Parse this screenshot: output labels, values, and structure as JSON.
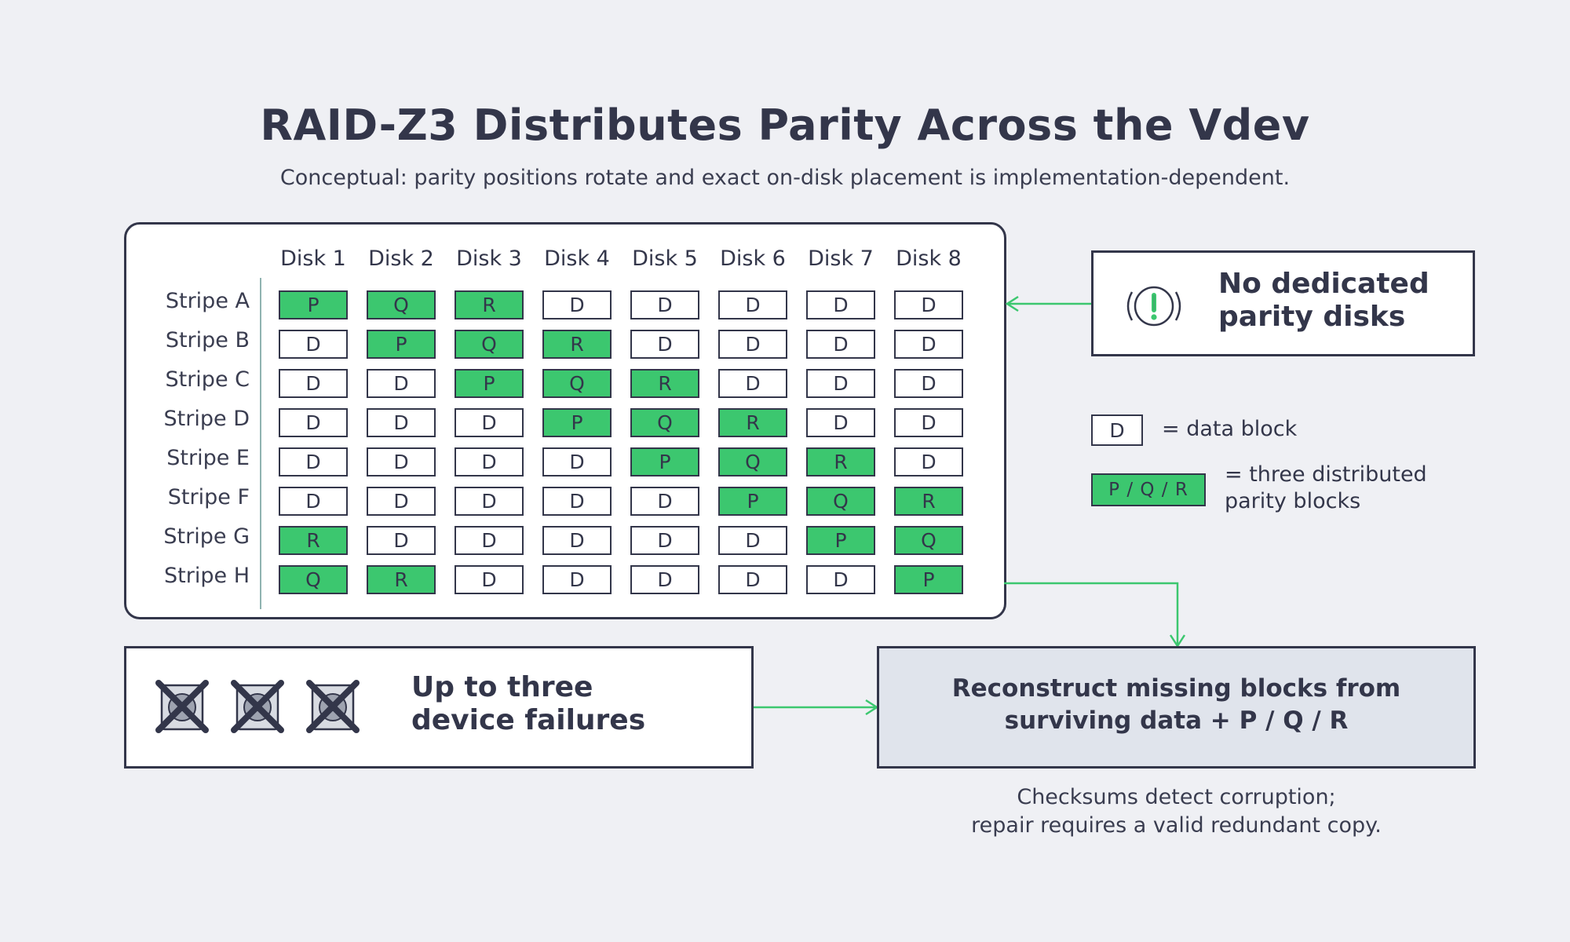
{
  "title": "RAID-Z3 Distributes Parity Across the Vdev",
  "subtitle": "Conceptual: parity positions rotate and exact on-disk placement is implementation-dependent.",
  "grid": {
    "disks": [
      "Disk 1",
      "Disk 2",
      "Disk 3",
      "Disk 4",
      "Disk 5",
      "Disk 6",
      "Disk 7",
      "Disk 8"
    ],
    "stripes": [
      {
        "label": "Stripe A",
        "cells": [
          "P",
          "Q",
          "R",
          "D",
          "D",
          "D",
          "D",
          "D"
        ]
      },
      {
        "label": "Stripe B",
        "cells": [
          "D",
          "P",
          "Q",
          "R",
          "D",
          "D",
          "D",
          "D"
        ]
      },
      {
        "label": "Stripe C",
        "cells": [
          "D",
          "D",
          "P",
          "Q",
          "R",
          "D",
          "D",
          "D"
        ]
      },
      {
        "label": "Stripe D",
        "cells": [
          "D",
          "D",
          "D",
          "P",
          "Q",
          "R",
          "D",
          "D"
        ]
      },
      {
        "label": "Stripe E",
        "cells": [
          "D",
          "D",
          "D",
          "D",
          "P",
          "Q",
          "R",
          "D"
        ]
      },
      {
        "label": "Stripe F",
        "cells": [
          "D",
          "D",
          "D",
          "D",
          "D",
          "P",
          "Q",
          "R"
        ]
      },
      {
        "label": "Stripe G",
        "cells": [
          "R",
          "D",
          "D",
          "D",
          "D",
          "D",
          "P",
          "Q"
        ]
      },
      {
        "label": "Stripe H",
        "cells": [
          "Q",
          "R",
          "D",
          "D",
          "D",
          "D",
          "D",
          "P"
        ]
      }
    ]
  },
  "callouts": {
    "no_parity": {
      "line1": "No dedicated",
      "line2": "parity disks",
      "icon": "warning-icon"
    },
    "failures": {
      "line1": "Up to three",
      "line2": "device failures",
      "failed_disk_count": 3,
      "icon": "failed-disk-icon"
    },
    "reconstruct": {
      "line1": "Reconstruct missing blocks from",
      "line2": "surviving data + P / Q / R"
    }
  },
  "legend": {
    "data_symbol": "D",
    "data_text": "= data block",
    "parity_symbol": "P / Q / R",
    "parity_line1": "= three distributed",
    "parity_line2": "parity blocks"
  },
  "footnote": {
    "line1": "Checksums detect corruption;",
    "line2": "repair requires a valid redundant copy."
  },
  "colors": {
    "parity": "#3cc76f",
    "data": "#ffffff",
    "ink": "#33364a",
    "connector": "#3cc76f",
    "background": "#eff0f4",
    "reconstruct_fill": "#e0e4ec"
  }
}
